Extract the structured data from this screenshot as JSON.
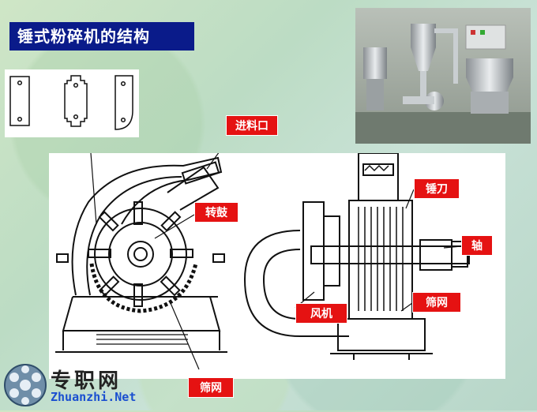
{
  "slide": {
    "title": "锤式粉碎机的结构"
  },
  "labels": {
    "feed_inlet": "进料口",
    "rotor_drum": "转鼓",
    "hammer_blade": "锤刀",
    "shaft": "轴",
    "fan": "风机",
    "screen_right": "筛网",
    "screen_bottom": "筛网"
  },
  "logo": {
    "chinese": "专职网",
    "site": "Zhuanzhi.Net"
  },
  "colors": {
    "title_bg": "#0a1b8a",
    "label_bg": "#e51212"
  }
}
